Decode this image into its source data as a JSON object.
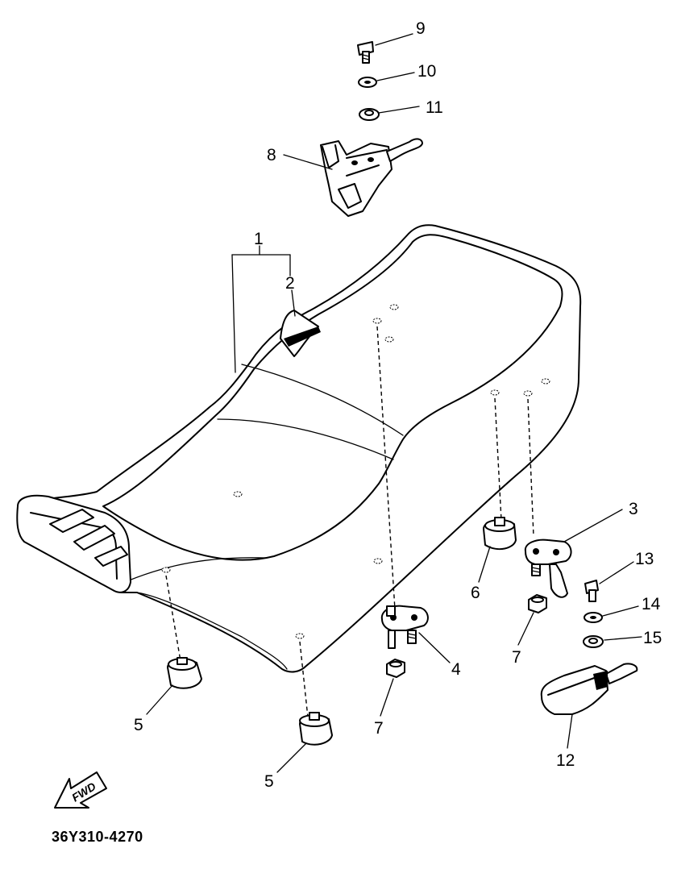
{
  "diagram": {
    "drawing_code": "36Y310-4270",
    "direction_marker": "FWD",
    "callouts": [
      {
        "id": "c1",
        "label": "1"
      },
      {
        "id": "c2",
        "label": "2"
      },
      {
        "id": "c3",
        "label": "3"
      },
      {
        "id": "c4",
        "label": "4"
      },
      {
        "id": "c5a",
        "label": "5"
      },
      {
        "id": "c5b",
        "label": "5"
      },
      {
        "id": "c6",
        "label": "6"
      },
      {
        "id": "c7a",
        "label": "7"
      },
      {
        "id": "c7b",
        "label": "7"
      },
      {
        "id": "c8",
        "label": "8"
      },
      {
        "id": "c9",
        "label": "9"
      },
      {
        "id": "c10",
        "label": "10"
      },
      {
        "id": "c11",
        "label": "11"
      },
      {
        "id": "c12",
        "label": "12"
      },
      {
        "id": "c13",
        "label": "13"
      },
      {
        "id": "c14",
        "label": "14"
      },
      {
        "id": "c15",
        "label": "15"
      }
    ]
  }
}
